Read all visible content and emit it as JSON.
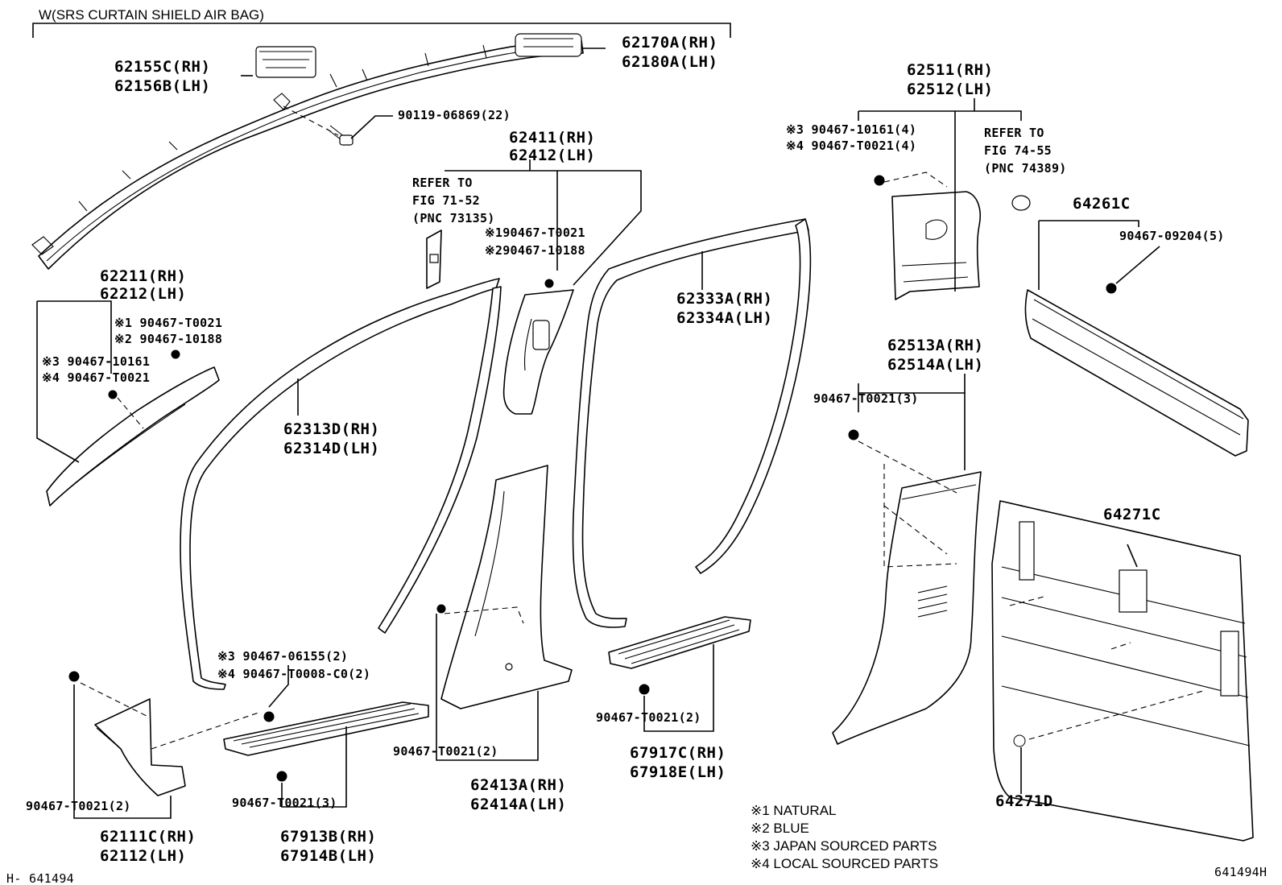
{
  "labels": {
    "airbag_group": "W(SRS CURTAIN SHIELD AIR BAG)",
    "p62155c": "62155C(RH)",
    "p62156b": "62156B(LH)",
    "p62170a": "62170A(RH)",
    "p62180a": "62180A(LH)",
    "p90119": "90119-06869(22)",
    "p62411": "62411(RH)",
    "p62412": "62412(LH)",
    "refer_to": "REFER TO",
    "fig_71_52": "FIG 71-52",
    "pnc_73135": "(PNC 73135)",
    "c62411_1": "※190467-T0021",
    "c62411_2": "※290467-10188",
    "p62211": "62211(RH)",
    "p62212": "62212(LH)",
    "c62211_1": "※1 90467-T0021",
    "c62211_2": "※2 90467-10188",
    "c62211_3": "※3 90467-10161",
    "c62211_4": "※4 90467-T0021",
    "p62313d": "62313D(RH)",
    "p62314d": "62314D(LH)",
    "p62333a": "62333A(RH)",
    "p62334a": "62334A(LH)",
    "p62511": "62511(RH)",
    "p62512": "62512(LH)",
    "c62511_3": "※3 90467-10161(4)",
    "c62511_4": "※4 90467-T0021(4)",
    "fig_74_55": "FIG 74-55",
    "pnc_74389": "(PNC 74389)",
    "p64261c": "64261C",
    "p90467_09204": "90467-09204(5)",
    "p62513a": "62513A(RH)",
    "p62514a": "62514A(LH)",
    "c62513": "90467-T0021(3)",
    "p64271c": "64271C",
    "p64271d": "64271D",
    "c62111_3": "※3 90467-06155(2)",
    "c62111_4": "※4 90467-T0008-C0(2)",
    "c62111": "90467-T0021(2)",
    "p62111c": "62111C(RH)",
    "p62112": "62112(LH)",
    "c67913": "90467-T0021(3)",
    "p67913b": "67913B(RH)",
    "p67914b": "67914B(LH)",
    "c62413": "90467-T0021(2)",
    "p62413a": "62413A(RH)",
    "p62414a": "62414A(LH)",
    "c67917": "90467-T0021(2)",
    "p67917c": "67917C(RH)",
    "p67918e": "67918E(LH)",
    "fig_ref_left": "H- 641494",
    "fig_ref_right": "641494H"
  },
  "legend": [
    "※1  NATURAL",
    "※2  BLUE",
    "※3  JAPAN SOURCED PARTS",
    "※4  LOCAL SOURCED PARTS"
  ]
}
